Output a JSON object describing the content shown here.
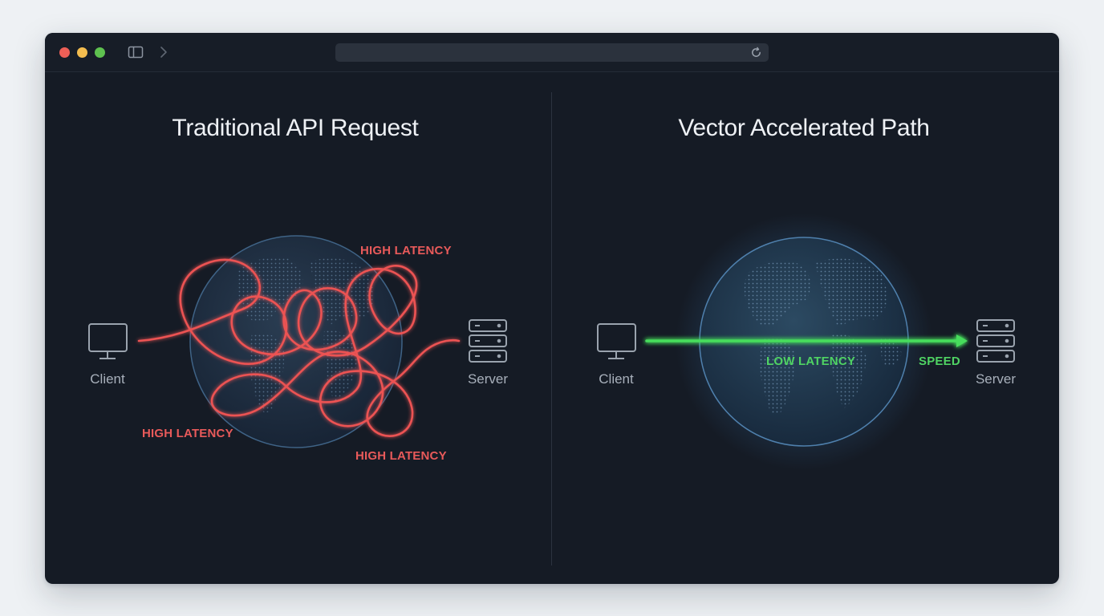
{
  "colors": {
    "background": "#eef1f4",
    "window": "#151b25",
    "high_latency": "#e85a5a",
    "low_latency": "#4fd363",
    "globe": "#5b8fc2"
  },
  "icons": {
    "window_controls": [
      "close-dot",
      "minimize-dot",
      "zoom-dot"
    ],
    "toolbar": [
      "sidebar-toggle-icon",
      "forward-arrow-icon",
      "reload-icon"
    ],
    "nodes": [
      "monitor-icon",
      "server-rack-icon",
      "globe-icon"
    ]
  },
  "left_panel": {
    "title": "Traditional API Request",
    "client_label": "Client",
    "server_label": "Server",
    "latency_labels": [
      "HIGH LATENCY",
      "HIGH LATENCY",
      "HIGH LATENCY"
    ]
  },
  "right_panel": {
    "title": "Vector Accelerated Path",
    "client_label": "Client",
    "server_label": "Server",
    "latency_label": "LOW LATENCY",
    "speed_label": "SPEED"
  }
}
